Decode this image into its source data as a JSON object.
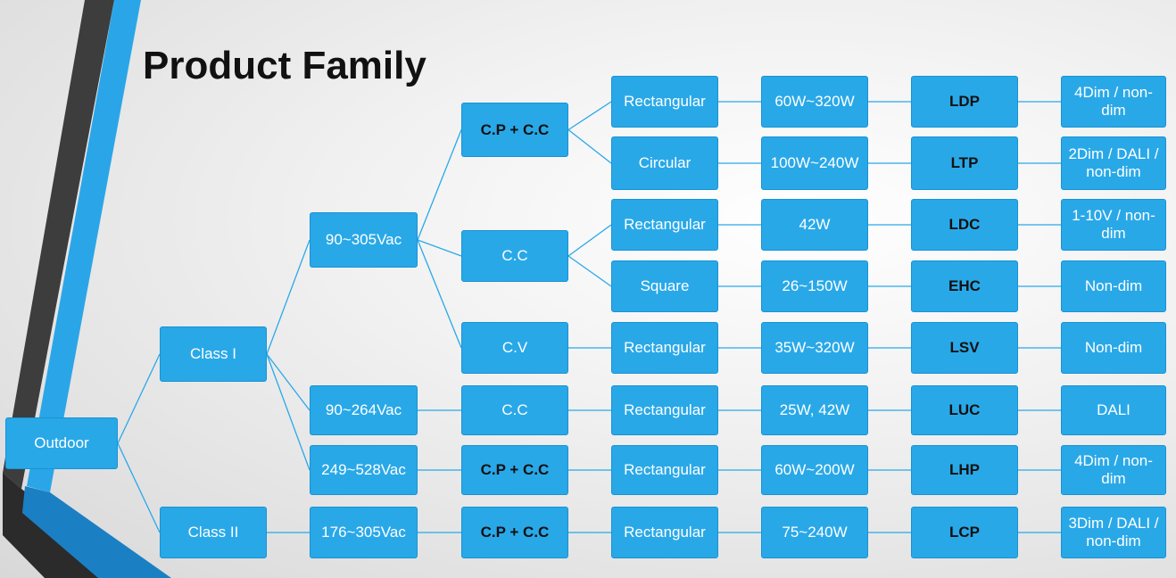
{
  "title": "Product Family",
  "nodes": {
    "outdoor": "Outdoor",
    "class_i": "Class I",
    "class_ii": "Class II",
    "v_90_305": "90~305Vac",
    "v_90_264": "90~264Vac",
    "v_249_528": "249~528Vac",
    "v_176_305": "176~305Vac",
    "cpcc_1": "C.P + C.C",
    "cc_1": "C.C",
    "cv_1": "C.V",
    "cc_2": "C.C",
    "cpcc_2": "C.P + C.C",
    "cpcc_3": "C.P + C.C",
    "shape_1": "Rectangular",
    "shape_2": "Circular",
    "shape_3": "Rectangular",
    "shape_4": "Square",
    "shape_5": "Rectangular",
    "shape_6": "Rectangular",
    "shape_7": "Rectangular",
    "shape_8": "Rectangular",
    "power_1": "60W~320W",
    "power_2": "100W~240W",
    "power_3": "42W",
    "power_4": "26~150W",
    "power_5": "35W~320W",
    "power_6": "25W, 42W",
    "power_7": "60W~200W",
    "power_8": "75~240W",
    "series_1": "LDP",
    "series_2": "LTP",
    "series_3": "LDC",
    "series_4": "EHC",
    "series_5": "LSV",
    "series_6": "LUC",
    "series_7": "LHP",
    "series_8": "LCP",
    "dim_1": "4Dim / non-dim",
    "dim_2": "2Dim / DALI / non-dim",
    "dim_3": "1-10V / non-dim",
    "dim_4": "Non-dim",
    "dim_5": "Non-dim",
    "dim_6": "DALI",
    "dim_7": "4Dim / non-dim",
    "dim_8": "3Dim / DALI / non-dim"
  },
  "colors": {
    "node_fill": "#29a8e8",
    "connector": "#29a8e8",
    "accent_blue": "#2aa6e8",
    "accent_dark": "#3c3c3c"
  }
}
